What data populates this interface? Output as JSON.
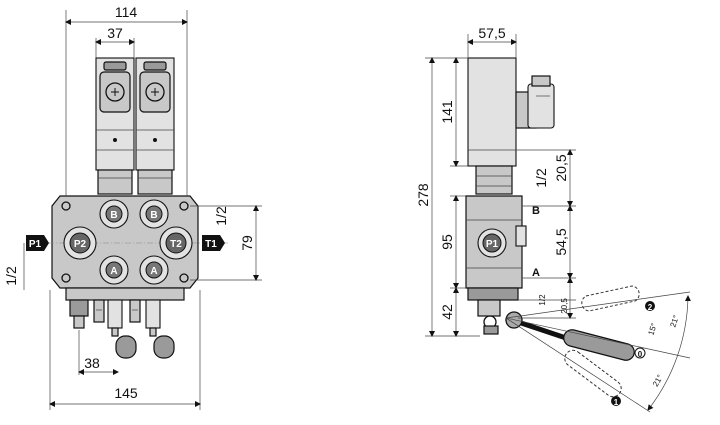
{
  "front_view": {
    "dims": {
      "width_total": "114",
      "solenoid_width": "37",
      "port_thread_right": "1/2",
      "port_height": "79",
      "port_thread_left": "1/2",
      "lever_spacing": "38",
      "base_width": "145"
    },
    "ports": {
      "p1_tag": "P1",
      "t1_tag": "T1",
      "p2": "P2",
      "t2": "T2",
      "b_left": "B",
      "b_right": "B",
      "a_left": "A",
      "a_right": "A"
    }
  },
  "side_view": {
    "dims": {
      "solenoid_width": "57,5",
      "solenoid_height": "141",
      "total_height": "278",
      "body_height": "95",
      "lever_height": "42",
      "thread_upper": "1/2",
      "offset_upper": "20,5",
      "port_spacing": "54,5",
      "thread_lower": "1/2",
      "offset_lower": "20,5",
      "angle_upper_a": "15°",
      "angle_upper_b": "21°",
      "angle_lower": "21°"
    },
    "labels": {
      "port_b": "B",
      "port_a": "A",
      "port_p1": "P1",
      "pos_2": "2",
      "pos_0": "0",
      "pos_1": "1"
    }
  }
}
